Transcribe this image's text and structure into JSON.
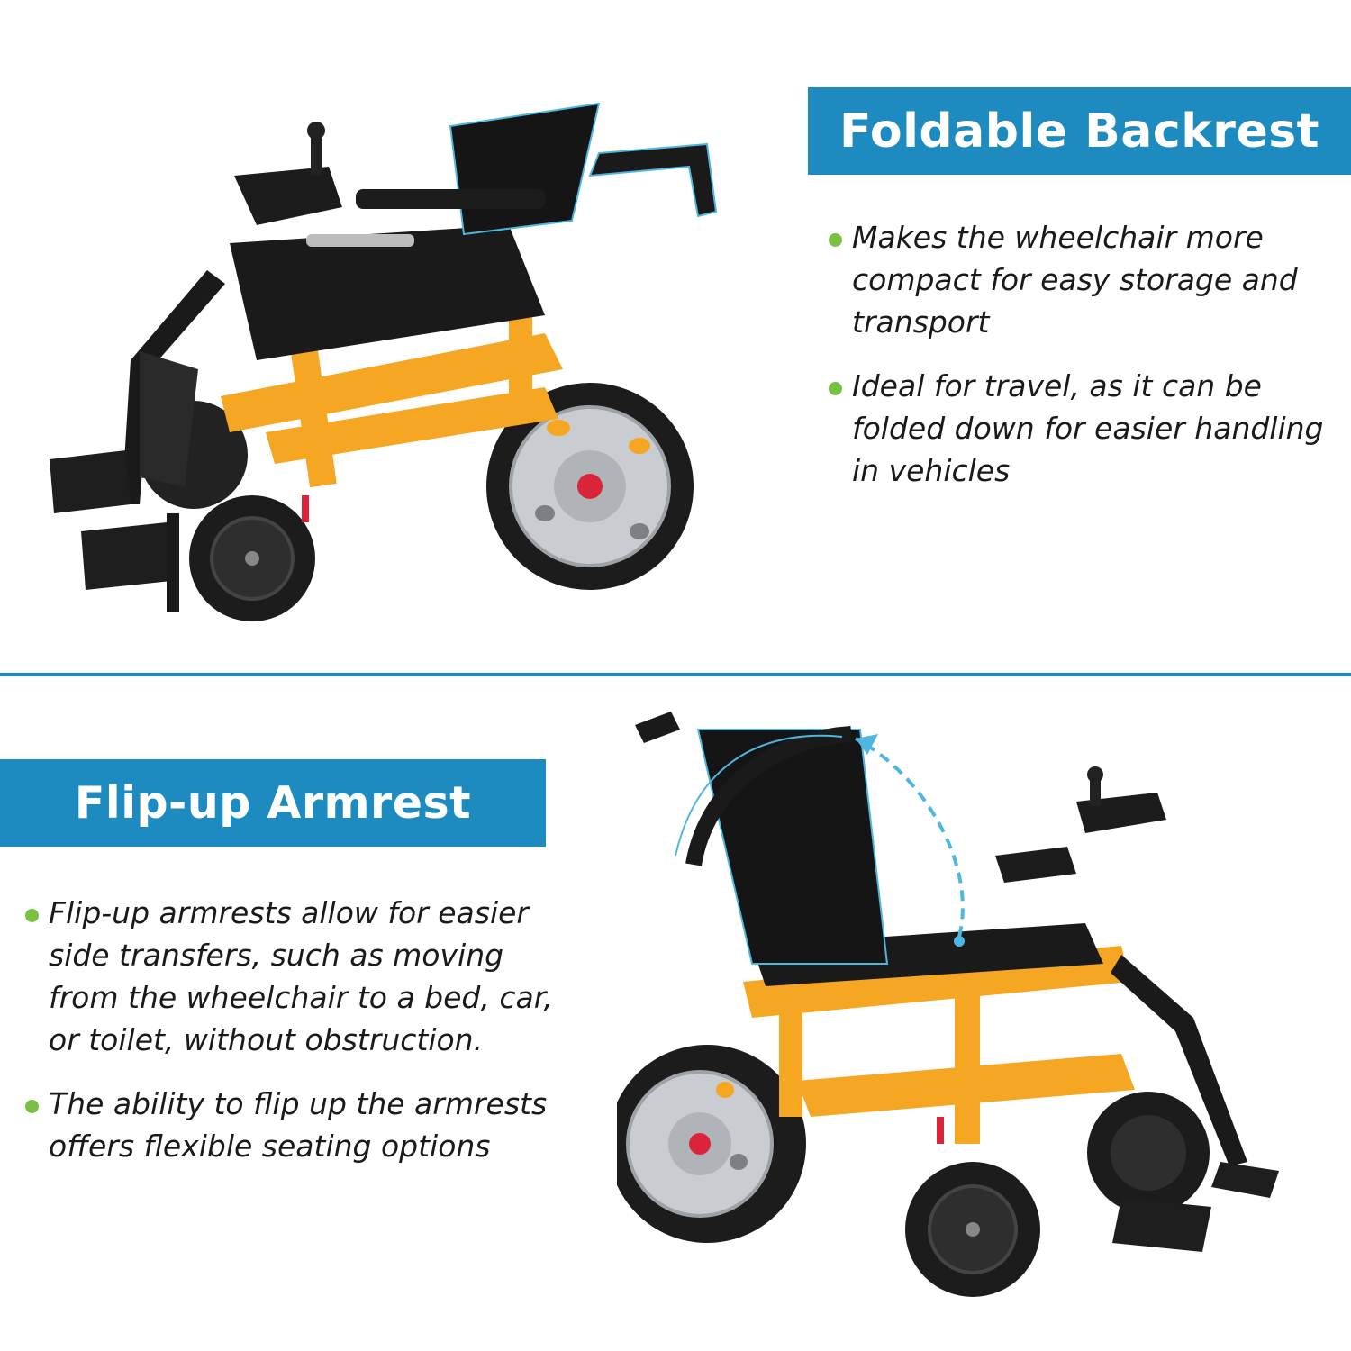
{
  "colors": {
    "accent": "#1d8bbf",
    "bullet": "#7ac143",
    "frame": "#f5a623"
  },
  "top_section": {
    "heading": "Foldable Backrest",
    "bullets": [
      "Makes the wheelchair more compact for easy storage and transport",
      "Ideal for travel, as it can be folded down for easier handling in vehicles"
    ],
    "image": {
      "subject": "folded electric wheelchair",
      "icon": "wheelchair-folded"
    }
  },
  "bottom_section": {
    "heading": "Flip-up Armrest",
    "bullets": [
      "Flip-up armrests allow for easier side transfers, such as moving from the wheelchair to a bed, car, or toilet, without obstruction.",
      "The ability to flip up the armrests offers flexible seating options"
    ],
    "image": {
      "subject": "electric wheelchair with armrest raised",
      "icon": "wheelchair-armrest-up"
    }
  }
}
